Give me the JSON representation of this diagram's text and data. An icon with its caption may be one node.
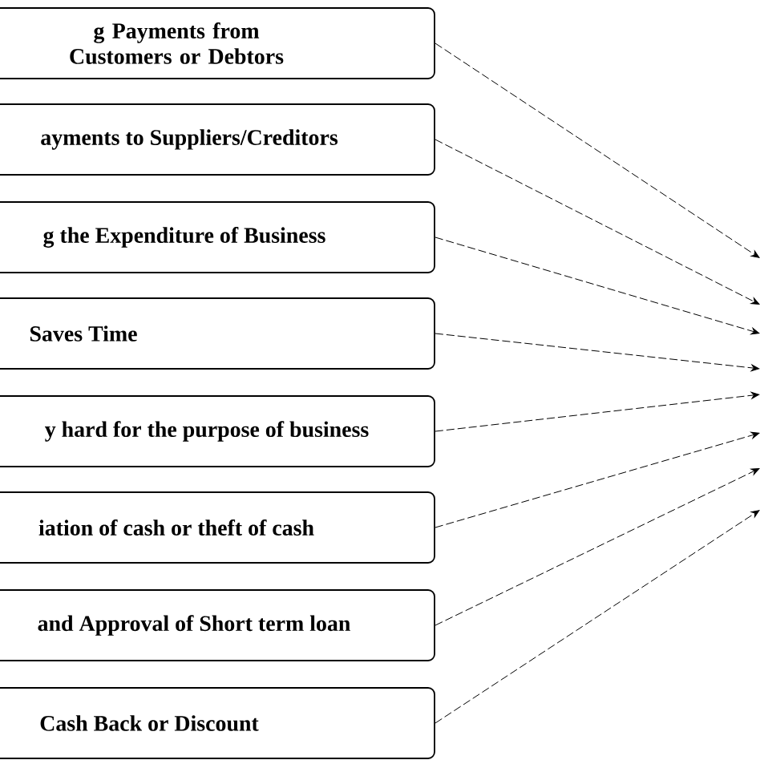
{
  "diagram": {
    "nodes": [
      {
        "text": [
          "g Payments from Customers or Debtors"
        ]
      },
      {
        "text": [
          "ayments to Suppliers/Creditors"
        ]
      },
      {
        "text": [
          "g the Expenditure of Business"
        ]
      },
      {
        "text": [
          "Saves Time"
        ]
      },
      {
        "text": [
          "y hard for the purpose of business"
        ]
      },
      {
        "text": [
          "iation of cash or theft of cash"
        ]
      },
      {
        "text": [
          "and Approval of Short term loan"
        ]
      },
      {
        "text": [
          "Cash Back or Discount"
        ]
      }
    ],
    "edges": [
      {
        "from": 0,
        "to": null,
        "arrow": "to",
        "style": "dashed"
      },
      {
        "from": 1,
        "to": null,
        "arrow": "to",
        "style": "dashed"
      },
      {
        "from": 2,
        "to": null,
        "arrow": "to",
        "style": "dashed"
      },
      {
        "from": 3,
        "to": null,
        "arrow": "to",
        "style": "dashed"
      },
      {
        "from": 4,
        "to": null,
        "arrow": "to",
        "style": "dashed"
      },
      {
        "from": 5,
        "to": null,
        "arrow": "to",
        "style": "dashed"
      },
      {
        "from": 6,
        "to": null,
        "arrow": "to",
        "style": "dashed"
      },
      {
        "from": 7,
        "to": null,
        "arrow": "to",
        "style": "dashed"
      }
    ]
  }
}
